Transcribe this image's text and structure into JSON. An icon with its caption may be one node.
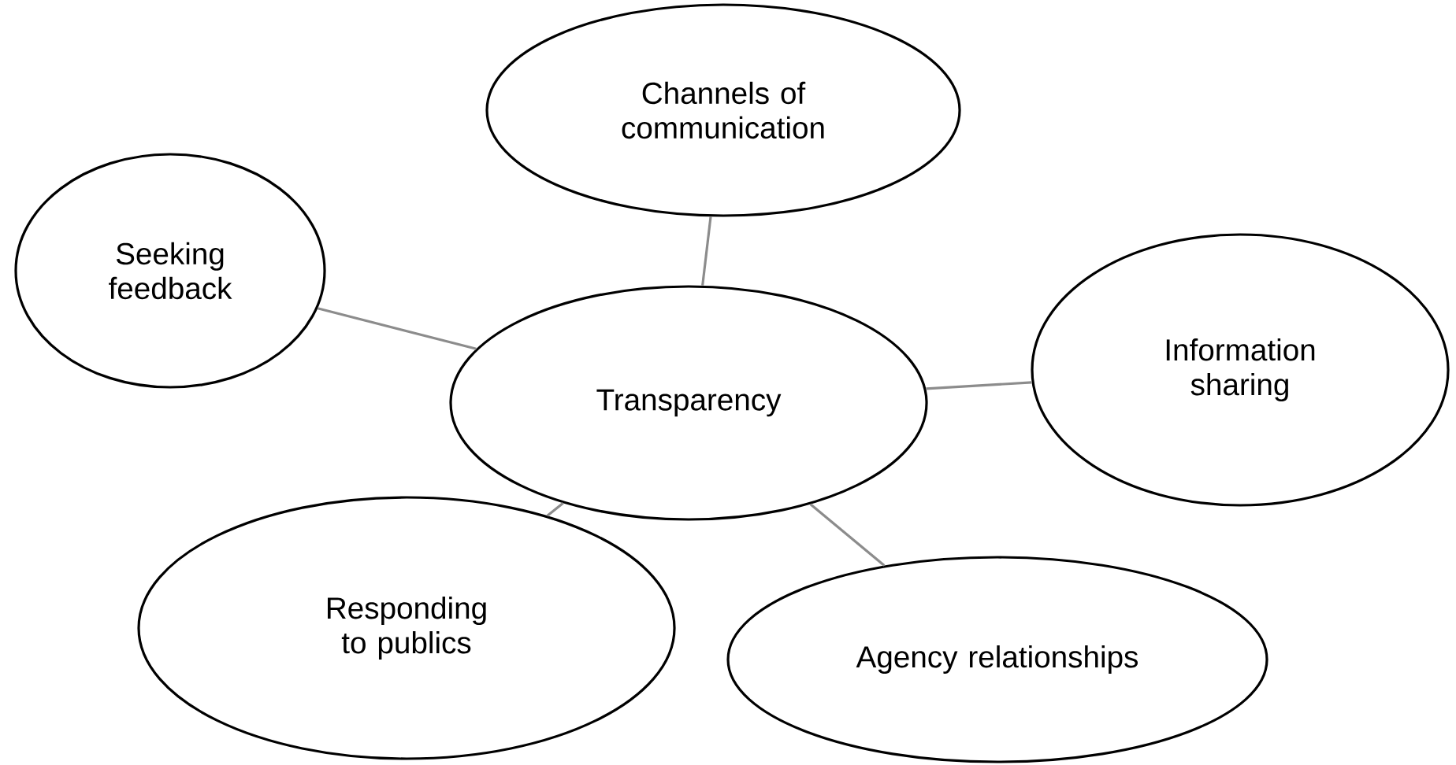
{
  "diagram": {
    "nodes": [
      {
        "text": [
          "Channels of communication"
        ]
      },
      {
        "text": [
          "Seeking feedback"
        ]
      },
      {
        "text": [
          "Transparency"
        ]
      },
      {
        "text": [
          "Information sharing"
        ]
      },
      {
        "text": [
          "Responding to publics"
        ]
      },
      {
        "text": [
          "Agency relationships"
        ]
      }
    ],
    "edges": [
      {
        "from": 2,
        "to": 0,
        "arrow": "none"
      },
      {
        "from": 2,
        "to": 1,
        "arrow": "none"
      },
      {
        "from": 2,
        "to": 3,
        "arrow": "none"
      },
      {
        "from": 2,
        "to": 4,
        "arrow": "none"
      },
      {
        "from": 2,
        "to": 5,
        "arrow": "none"
      }
    ]
  }
}
